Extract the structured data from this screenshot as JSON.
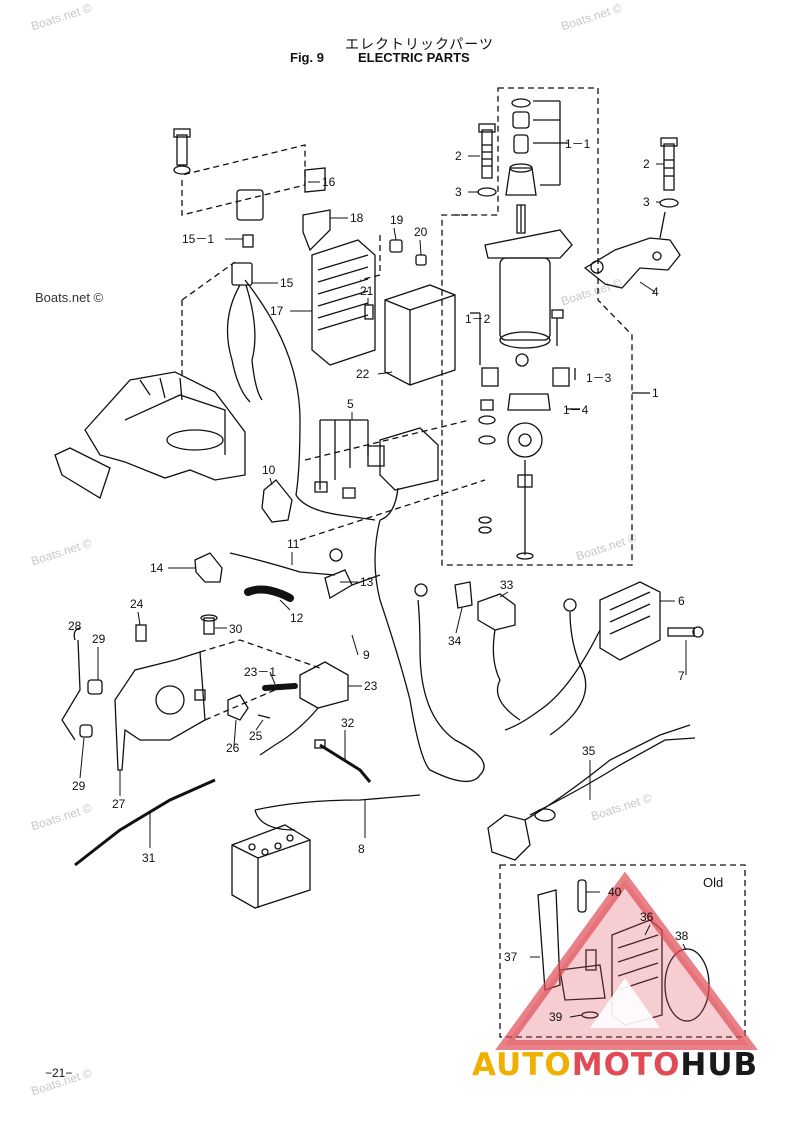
{
  "header": {
    "title_jp": "エレクトリックパーツ",
    "fig_label": "Fig. 9",
    "title": "ELECTRIC PARTS"
  },
  "watermarks": {
    "main": "Boats.net ©",
    "faint": "Boats.net ©"
  },
  "old_label": "Old",
  "page_number": "−21−",
  "brand": {
    "part1": "AUTO",
    "part2": "MOTO",
    "part3": "HUB"
  },
  "colors": {
    "line": "#111111",
    "watermark": "#c8c8c8",
    "brand_yellow": "#f0b000",
    "brand_red": "#e04b55",
    "brand_dark": "#1a1a1a"
  },
  "callouts": {
    "c1_1": "1－1",
    "c2a": "2",
    "c2b": "2",
    "c3a": "3",
    "c3b": "3",
    "c1": "1",
    "c1_2": "1－2",
    "c1_3": "1－3",
    "c1_4": "1－4",
    "c4": "4",
    "c5": "5",
    "c6": "6",
    "c7": "7",
    "c8": "8",
    "c9": "9",
    "c10": "10",
    "c11": "11",
    "c12": "12",
    "c13": "13",
    "c14": "14",
    "c15": "15",
    "c15_1": "15－1",
    "c16": "16",
    "c17": "17",
    "c18": "18",
    "c19": "19",
    "c20": "20",
    "c21": "21",
    "c22": "22",
    "c23": "23",
    "c23_1": "23－1",
    "c24": "24",
    "c25": "25",
    "c26": "26",
    "c27": "27",
    "c28": "28",
    "c29a": "29",
    "c29b": "29",
    "c30": "30",
    "c31": "31",
    "c32": "32",
    "c33": "33",
    "c34": "34",
    "c35": "35",
    "c36": "36",
    "c37": "37",
    "c38": "38",
    "c39": "39",
    "c40": "40"
  }
}
